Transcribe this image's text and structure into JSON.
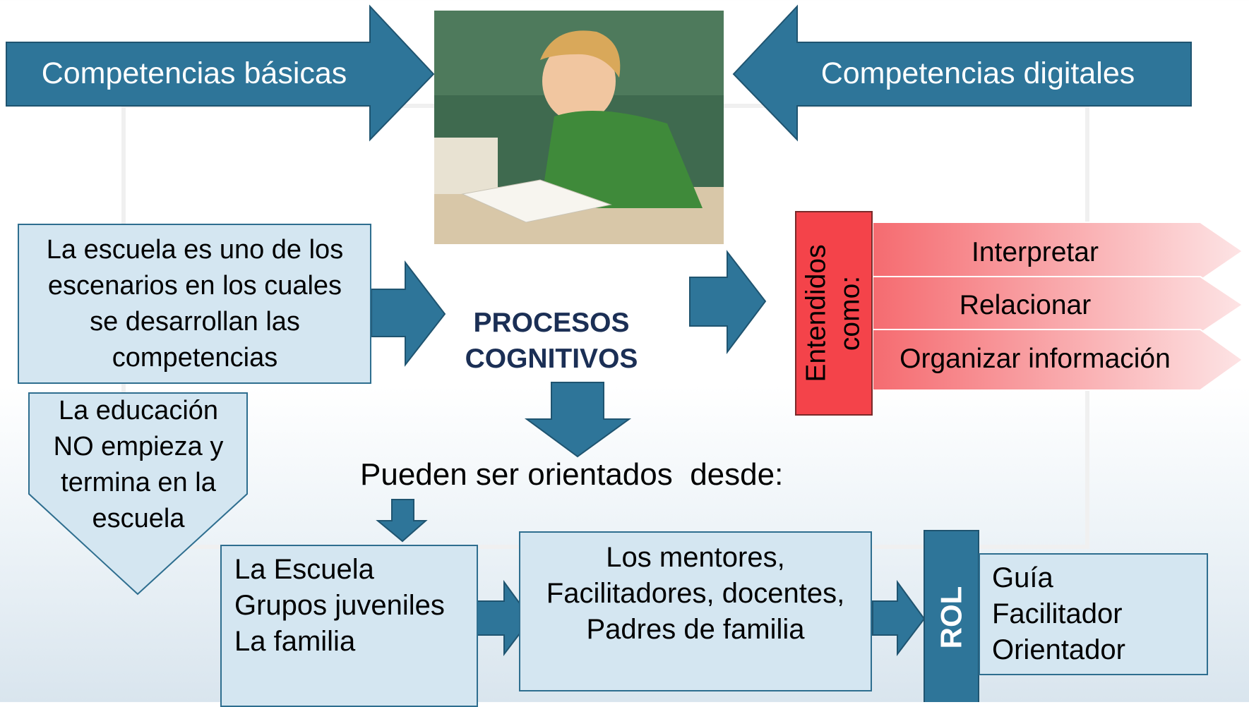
{
  "colors": {
    "arrow": "#2e7599",
    "arrow_border": "#1f5470",
    "box_fill": "#d4e6f1",
    "red": "#f4434a",
    "pink": "#f8a7aa"
  },
  "arrows_top": {
    "left_label": "Competencias básicas",
    "right_label": "Competencias digitales"
  },
  "photo": {
    "description_icon": "student-reading-photo"
  },
  "school_box": {
    "text": "La escuela es uno de los escenarios  en los cuales se desarrollan las competencias"
  },
  "education_callout": {
    "text": "La educación NO empieza y termina en la escuela"
  },
  "center": {
    "line1": "PROCESOS",
    "line2": "COGNITIVOS"
  },
  "understood": {
    "label": "Entendidos como:",
    "items": [
      "Interpretar",
      "Relacionar",
      "Organizar información"
    ]
  },
  "oriented": {
    "text": "Pueden ser orientados  desde:"
  },
  "sources_box": {
    "lines": [
      "La Escuela",
      "Grupos juveniles",
      "La familia"
    ]
  },
  "people_box": {
    "lines": [
      "Los mentores,",
      "Facilitadores, docentes,",
      "Padres de familia"
    ]
  },
  "role": {
    "label": "ROL",
    "items": [
      "Guía",
      "Facilitador",
      "Orientador"
    ]
  }
}
